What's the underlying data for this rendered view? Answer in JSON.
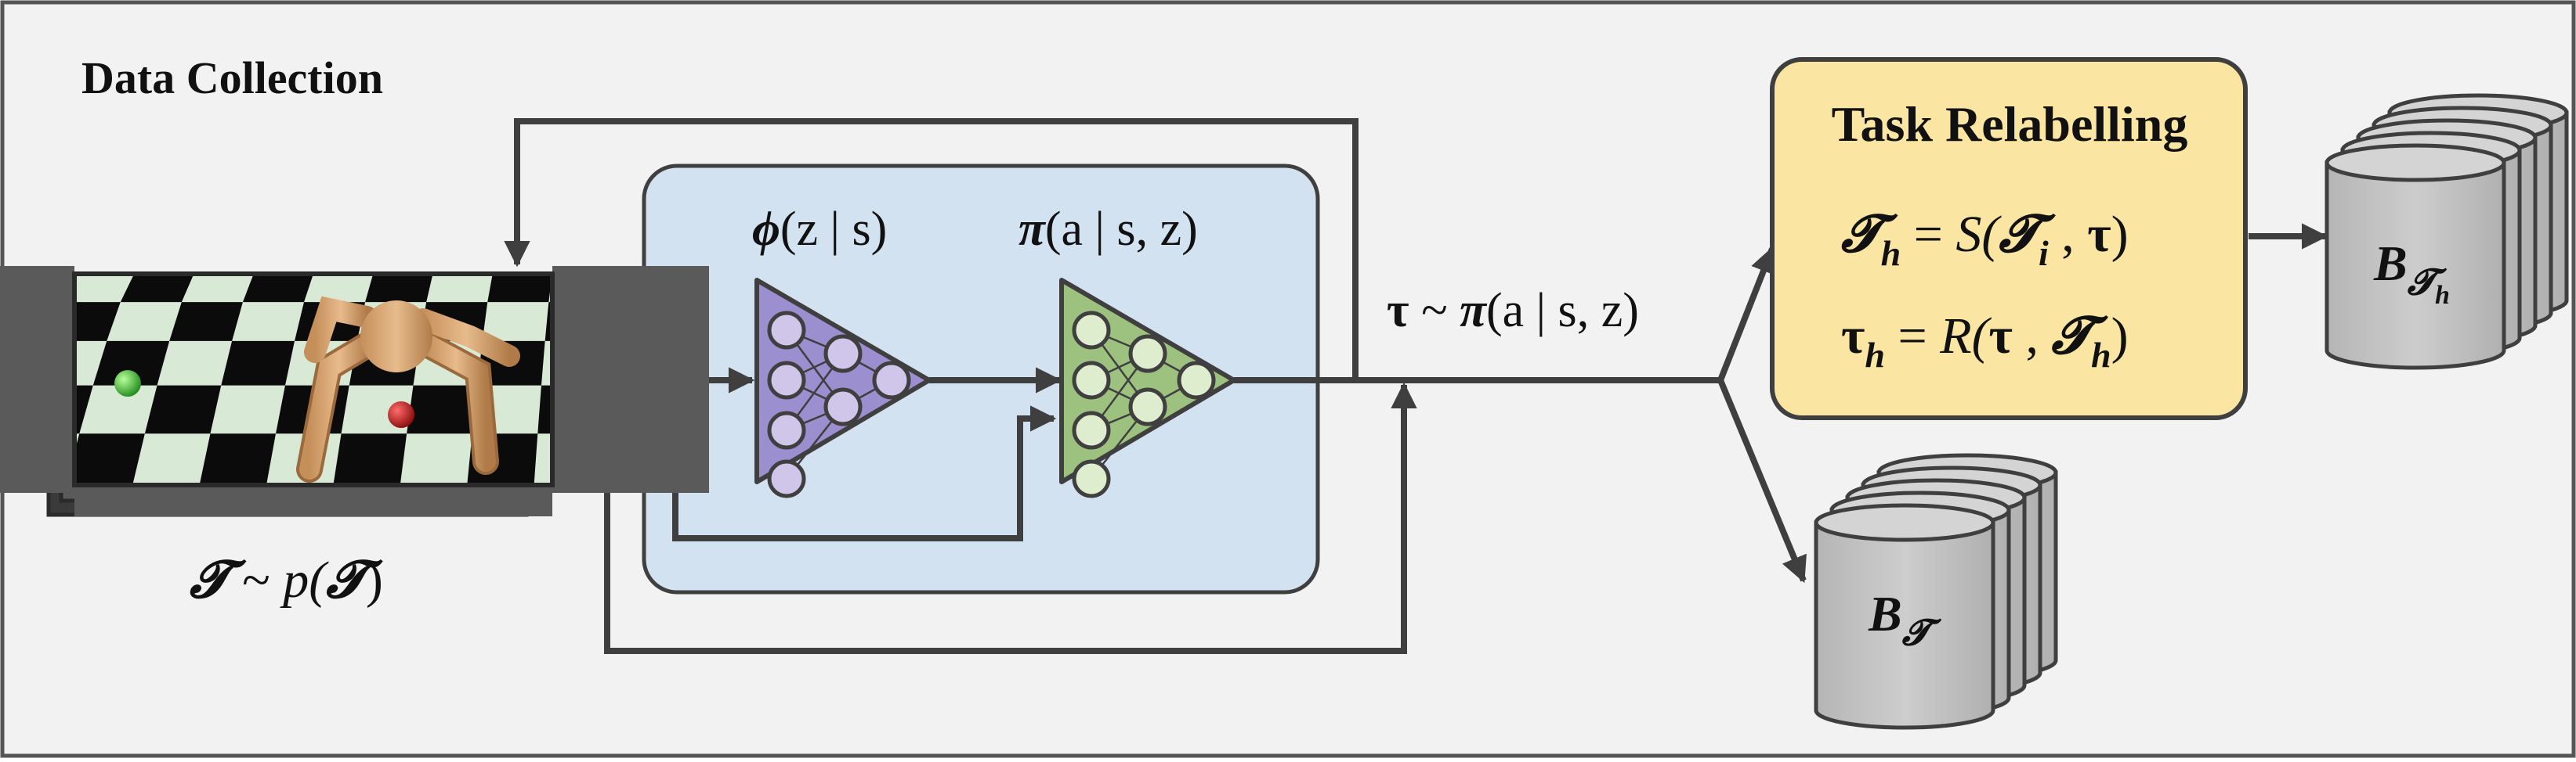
{
  "title": "Data Collection",
  "task_relabelling": {
    "title": "Task Relabelling",
    "eq1": {
      "lhs": "𝓣",
      "lhs_sub": "h",
      "eq": "=",
      "fn": "S(",
      "arg1": "𝓣",
      "arg1_sub": "i",
      "comma": ",",
      "arg2": "τ",
      "close": ")"
    },
    "eq2": {
      "lhs": "τ",
      "lhs_sub": "h",
      "eq": "=",
      "fn": "R(",
      "arg1": "τ",
      "comma": ",",
      "arg2": "𝓣",
      "arg2_sub": "h",
      "close": ")"
    }
  },
  "encoder_label": {
    "sym": "ϕ",
    "rest": "(z | s)"
  },
  "policy_label": {
    "sym": "π",
    "rest": "(a | s, z)"
  },
  "trajectory_label": {
    "tau": "τ",
    "tilde": " ~ ",
    "sym": "π",
    "rest": "(a | s, z)"
  },
  "task_dist_label": {
    "sym": "𝓣",
    "tilde": " ~ ",
    "p": "p(",
    "arg": "𝓣",
    "close": ")"
  },
  "buffer_task": {
    "base": "B",
    "sub": "𝓣"
  },
  "buffer_hindsight": {
    "base": "B",
    "sub": "𝓣",
    "subsub": "h"
  },
  "colors": {
    "background": "#f2f2f2",
    "inner_panel": "#d3e2f1",
    "relabel_box": "#fbe5a2",
    "encoder": "#9b8fcf",
    "encoder_node": "#cfc6ea",
    "policy": "#9dc27f",
    "policy_node": "#deedce",
    "cylinder": "#c4c4c4",
    "line": "#3f3f3f"
  }
}
